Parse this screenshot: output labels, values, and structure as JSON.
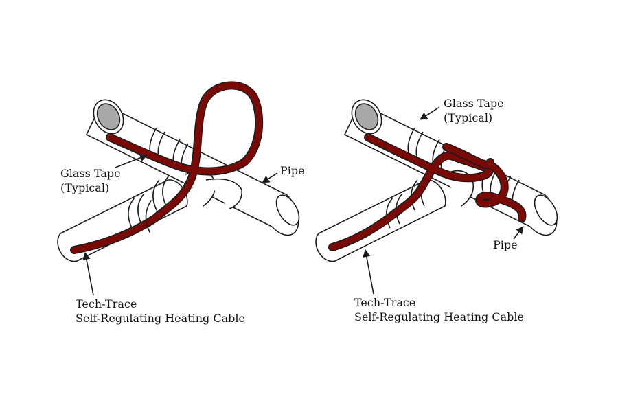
{
  "colors": {
    "cable": "#7a0a06",
    "outline": "#1a1a1a",
    "pipe_fill": "#ffffff",
    "pipe_end": "#a9a9a9"
  },
  "left_diagram": {
    "glass_tape_line1": "Glass Tape",
    "glass_tape_line2": "(Typical)",
    "pipe_label": "Pipe",
    "cable_line1": "Tech-Trace",
    "cable_line2": "Self-Regulating Heating Cable"
  },
  "right_diagram": {
    "glass_tape_line1": "Glass Tape",
    "glass_tape_line2": "(Typical)",
    "pipe_label": "Pipe",
    "cable_line1": "Tech-Trace",
    "cable_line2": "Self-Regulating Heating Cable"
  }
}
